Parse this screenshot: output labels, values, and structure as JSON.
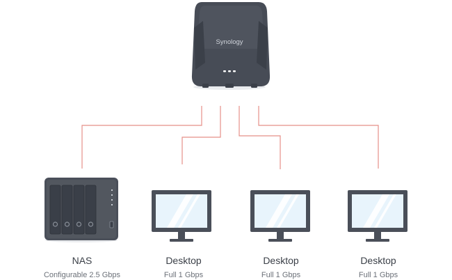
{
  "router": {
    "brand": "Synology",
    "icon": "router-icon"
  },
  "colors": {
    "link": "#e58f88",
    "device_dark": "#4a4f59",
    "screen": "#e8f4fc",
    "screen_stroke": "#4a4f59"
  },
  "devices": [
    {
      "name": "NAS",
      "subtitle": "Configurable 2.5 Gbps",
      "icon": "nas-icon"
    },
    {
      "name": "Desktop",
      "subtitle": "Full 1 Gbps",
      "icon": "monitor-icon"
    },
    {
      "name": "Desktop",
      "subtitle": "Full 1 Gbps",
      "icon": "monitor-icon"
    },
    {
      "name": "Desktop",
      "subtitle": "Full 1 Gbps",
      "icon": "monitor-icon"
    }
  ]
}
